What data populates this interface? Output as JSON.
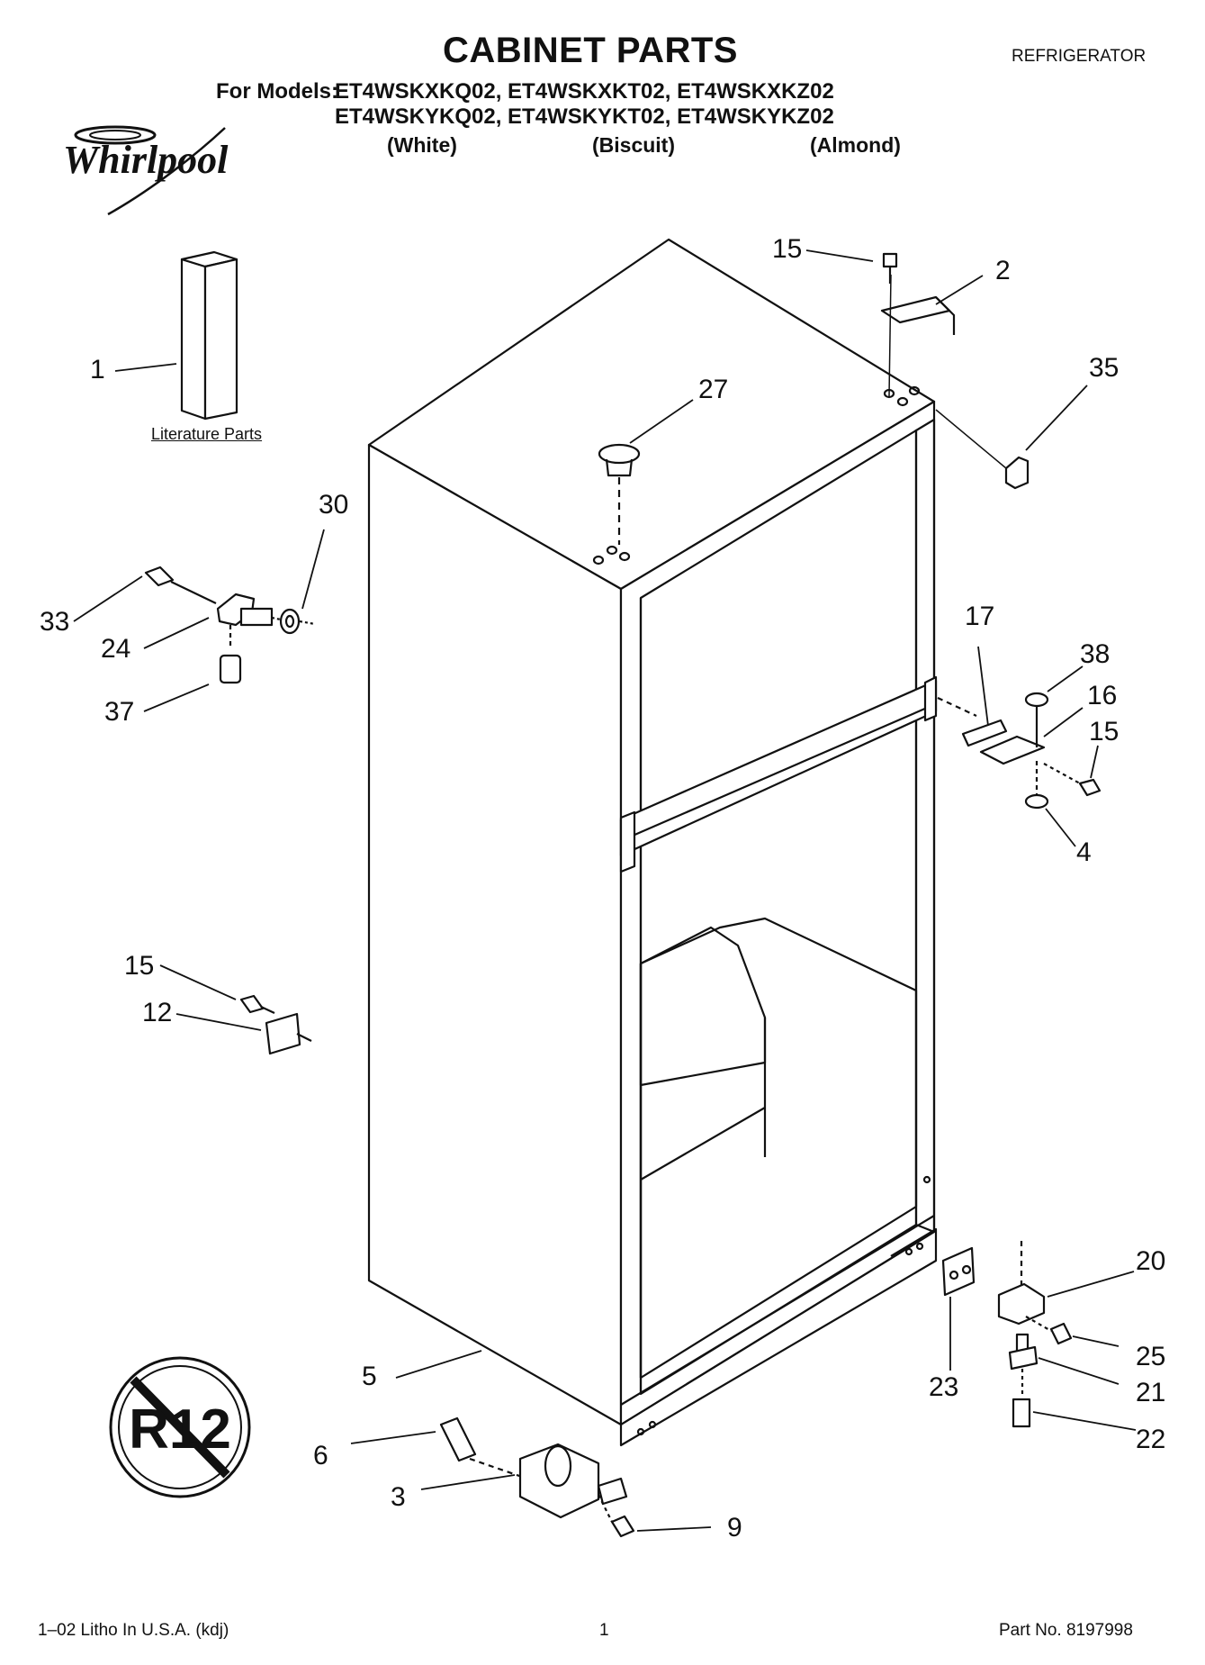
{
  "header": {
    "title": "CABINET PARTS",
    "product": "REFRIGERATOR",
    "models_label": "For Models:",
    "models_row1": "ET4WSKXKQ02, ET4WSKXKT02, ET4WSKXKZ02",
    "models_row2": "ET4WSKYKQ02, ET4WSKYKT02, ET4WSKYKZ02",
    "colors": [
      "(White)",
      "(Biscuit)",
      "(Almond)"
    ],
    "brand": "Whirlpool"
  },
  "literature_label": "Literature Parts",
  "no_r12_text": "R12",
  "part_labels": {
    "p15a": "15",
    "p2": "2",
    "p35": "35",
    "p1": "1",
    "p27": "27",
    "p30": "30",
    "p33": "33",
    "p24": "24",
    "p37": "37",
    "p17": "17",
    "p38": "38",
    "p16": "16",
    "p15b": "15",
    "p4": "4",
    "p15c": "15",
    "p12": "12",
    "p20": "20",
    "p25": "25",
    "p21": "21",
    "p22": "22",
    "p23": "23",
    "p5": "5",
    "p6": "6",
    "p3": "3",
    "p9": "9"
  },
  "footer": {
    "left": "1–02 Litho In U.S.A. (kdj)",
    "center": "1",
    "right": "Part No. 8197998"
  }
}
